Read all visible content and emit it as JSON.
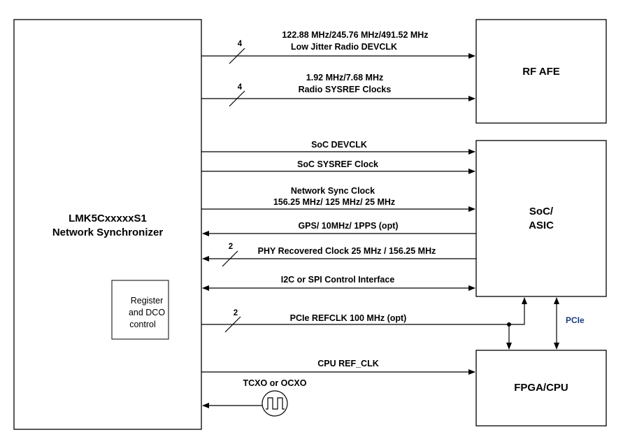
{
  "blocks": {
    "synchronizer": [
      "LMK5CxxxxxS1",
      "Network Synchronizer"
    ],
    "register": [
      "Register",
      "and DCO",
      "control"
    ],
    "rf_afe": [
      "RF AFE"
    ],
    "soc": [
      "SoC/",
      "ASIC"
    ],
    "fpga": [
      "FPGA/CPU"
    ]
  },
  "signals": {
    "devclk": [
      "122.88 MHz/245.76 MHz/491.52 MHz",
      "Low Jitter Radio DEVCLK"
    ],
    "sysref": [
      "1.92 MHz/7.68 MHz",
      "Radio SYSREF Clocks"
    ],
    "soc_devclk": "SoC DEVCLK",
    "soc_sysref": "SoC SYSREF Clock",
    "netsync": [
      "Network Sync Clock",
      "156.25 MHz/ 125 MHz/ 25 MHz"
    ],
    "gps": "GPS/ 10MHz/ 1PPS (opt)",
    "phy": "PHY Recovered Clock  25 MHz / 156.25 MHz",
    "i2c": "I2C or SPI Control Interface",
    "pcie_refclk": "PCIe REFCLK 100 MHz (opt)",
    "cpu_ref": "CPU REF_CLK",
    "tcxo": "TCXO or OCXO",
    "pcie": "PCIe"
  },
  "bus_widths": {
    "devclk": "4",
    "sysref": "4",
    "phy": "2",
    "pcie_refclk": "2"
  },
  "colors": {
    "line": "#000000",
    "pcie_label": "#1f3d7a"
  }
}
